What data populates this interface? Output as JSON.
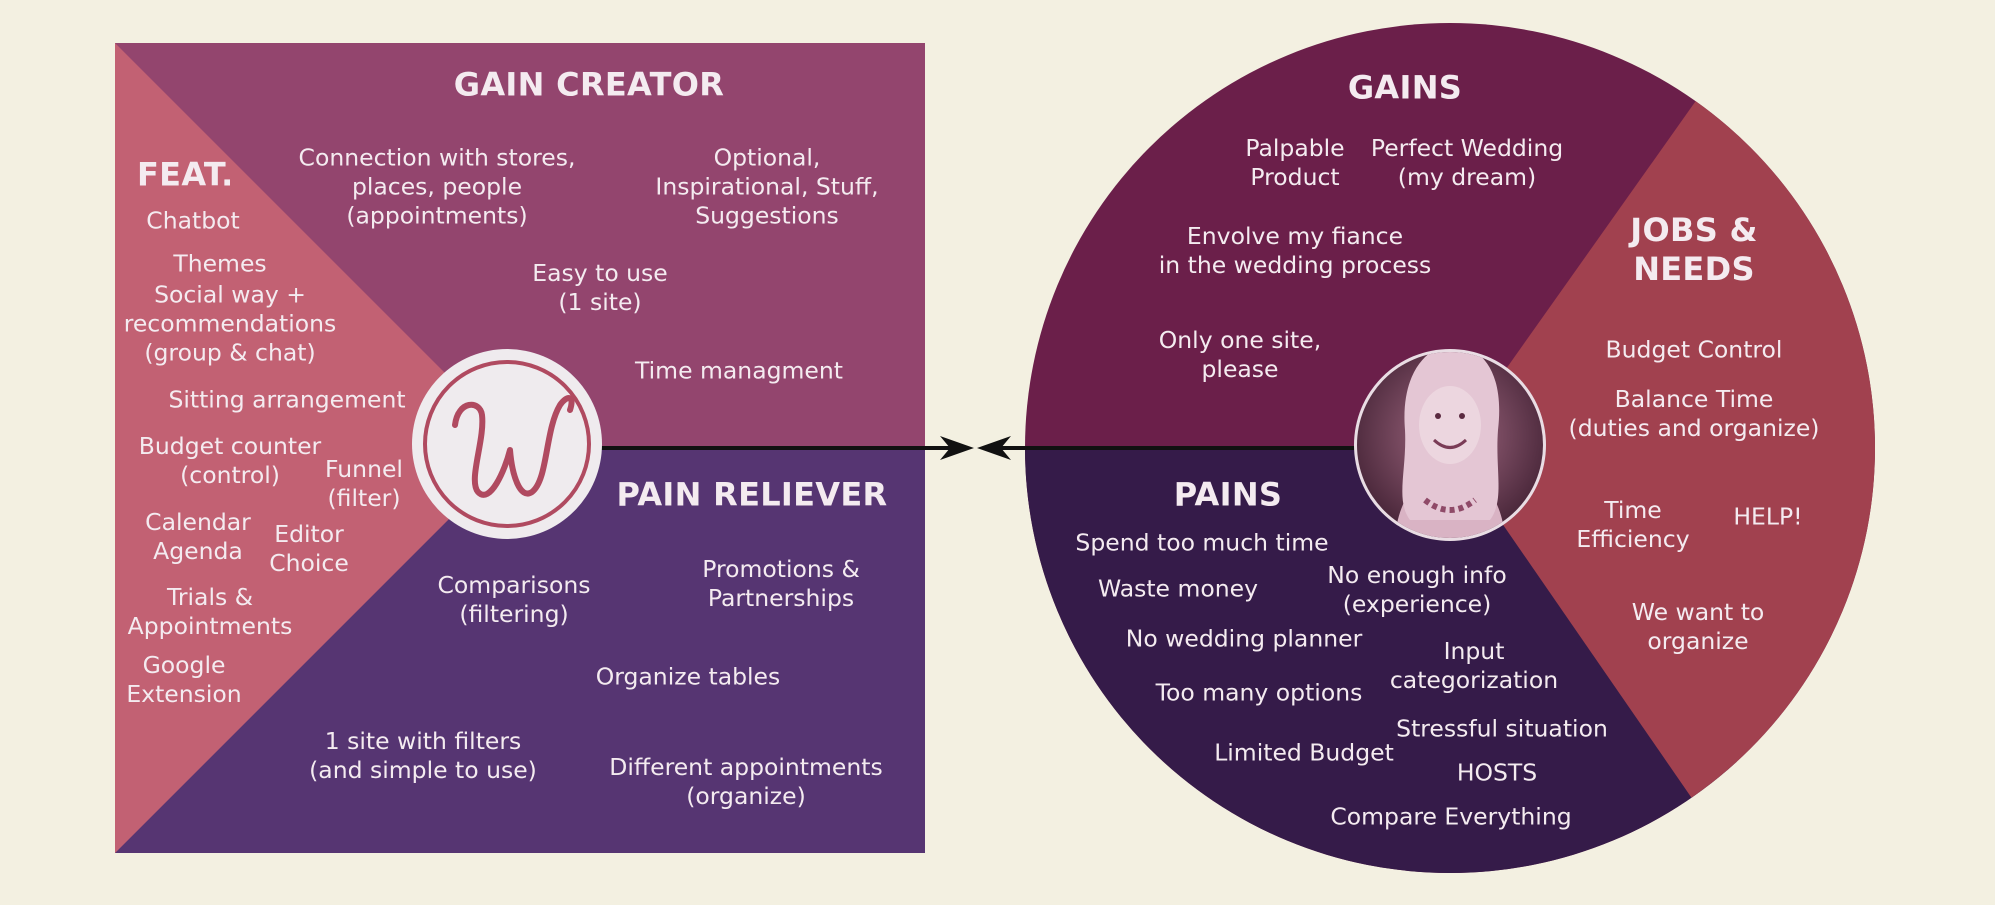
{
  "colors": {
    "background": "#f3f0e1",
    "gain_creator": "#93456e",
    "pain_reliever": "#563572",
    "features": "#c26173",
    "gains": "#6b1f4a",
    "pains": "#351b49",
    "jobs_needs": "#a1414f",
    "logo_circle": "#efebee",
    "logo_mark": "#b04a60",
    "text": "#f4ebf0",
    "arrow": "#111111"
  },
  "icons": {
    "logo": "cursive-w-logo",
    "avatar": "woman-portrait-photo",
    "arrow_left": "arrowhead-left",
    "arrow_right": "arrowhead-right"
  },
  "gain_creator": {
    "title": "GAIN CREATOR",
    "items": [
      "Connection with stores,\nplaces, people\n(appointments)",
      "Optional,\nInspirational, Stuff,\nSuggestions",
      "Easy to use\n(1 site)",
      "Time managment"
    ]
  },
  "pain_reliever": {
    "title": "PAIN RELIEVER",
    "items": [
      "Comparisons\n(filtering)",
      "Promotions &\nPartnerships",
      "Organize tables",
      "1 site with filters\n(and simple to use)",
      "Different appointments\n(organize)"
    ]
  },
  "features": {
    "title": "FEAT.",
    "items": [
      "Chatbot",
      "Themes",
      "Social way +\nrecommendations\n(group & chat)",
      "Sitting arrangement",
      "Budget counter\n(control)",
      "Funnel\n(filter)",
      "Calendar\nAgenda",
      "Editor\nChoice",
      "Trials &\nAppointments",
      "Google\nExtension"
    ]
  },
  "gains": {
    "title": "GAINS",
    "items": [
      "Palpable\nProduct",
      "Perfect Wedding\n(my dream)",
      "Envolve my fiance\nin the wedding process",
      "Only one site,\nplease"
    ]
  },
  "jobs": {
    "title": "JOBS &\nNEEDS",
    "items": [
      "Budget Control",
      "Balance Time\n(duties and organize)",
      "Time\nEfficiency",
      "HELP!",
      "We want to\norganize"
    ]
  },
  "pains": {
    "title": "PAINS",
    "items": [
      "Spend too much time",
      "Waste money",
      "No enough info\n(experience)",
      "No wedding planner",
      "Input\ncategorization",
      "Too many options",
      "Stressful situation",
      "Limited Budget",
      "HOSTS",
      "Compare Everything"
    ]
  }
}
